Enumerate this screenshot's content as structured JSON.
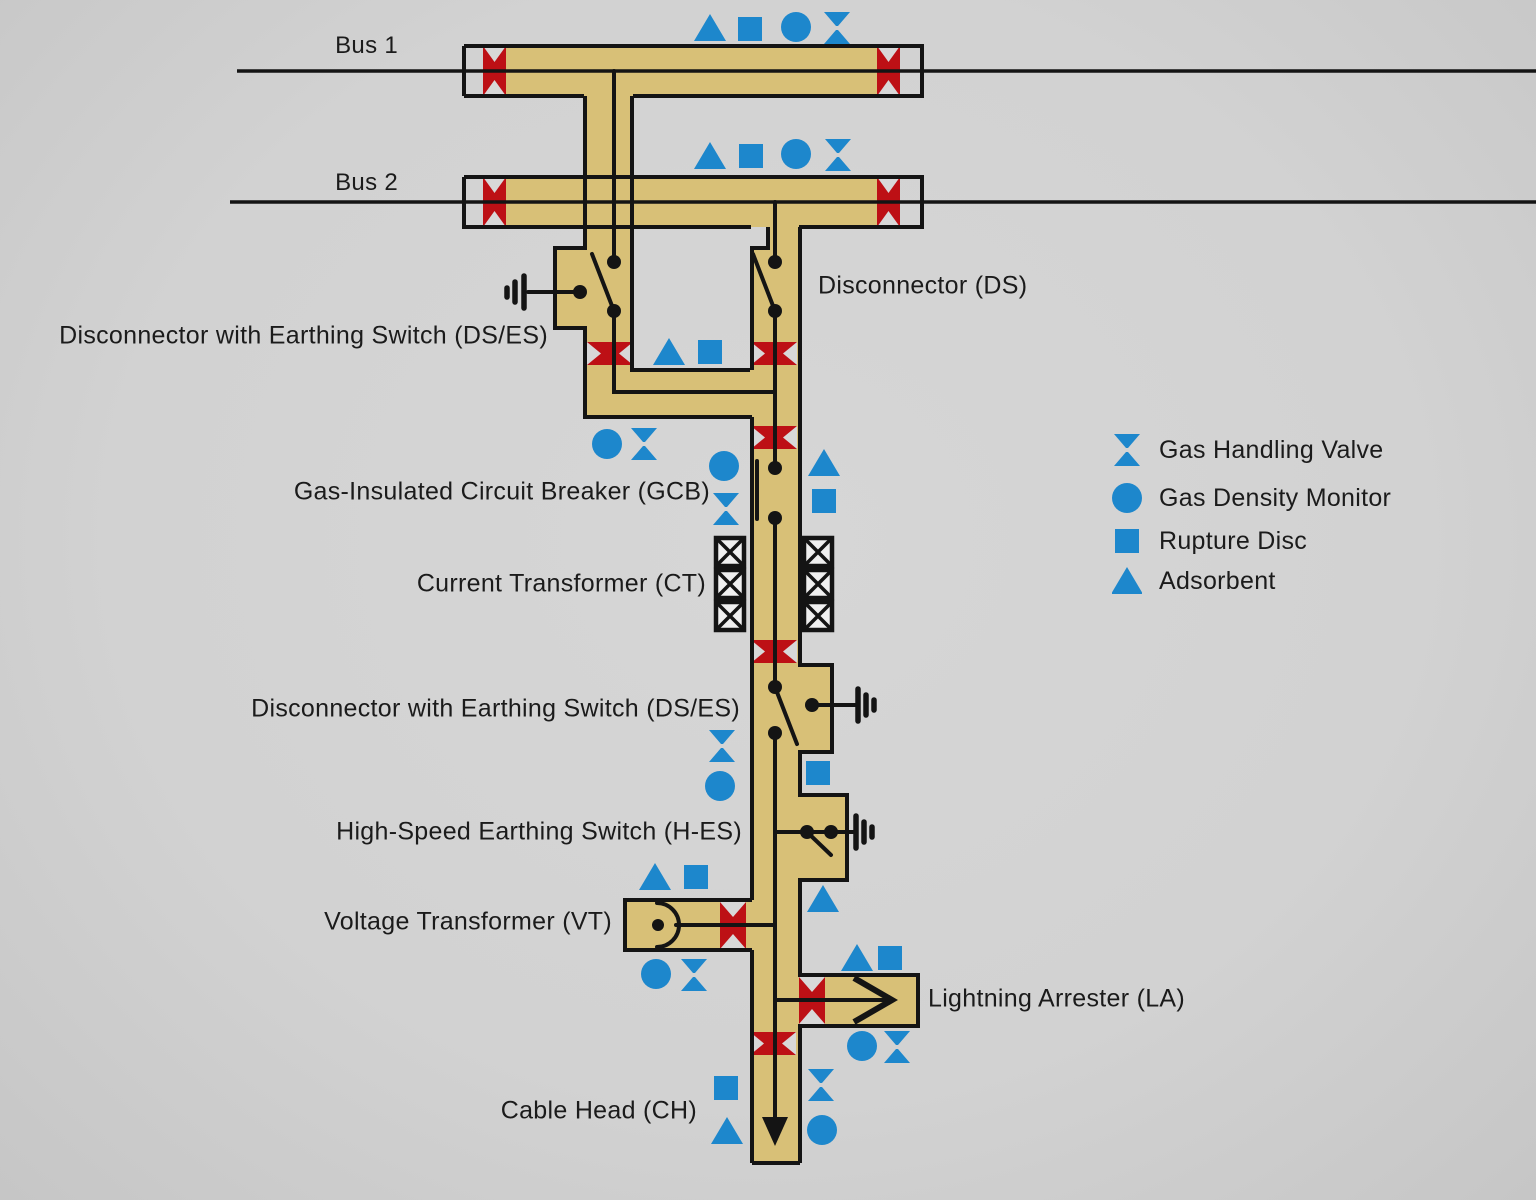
{
  "figure": {
    "type": "single-line-diagram",
    "subject": "Gas-Insulated Switchgear bay"
  },
  "labels": {
    "bus1": "Bus 1",
    "bus2": "Bus 2",
    "ds": "Disconnector (DS)",
    "dses_top": "Disconnector with Earthing Switch (DS/ES)",
    "gcb": "Gas-Insulated Circuit Breaker (GCB)",
    "ct": "Current Transformer (CT)",
    "dses_lower": "Disconnector with Earthing Switch (DS/ES)",
    "hes": "High-Speed Earthing Switch (H-ES)",
    "vt": "Voltage Transformer (VT)",
    "la": "Lightning Arrester (LA)",
    "ch": "Cable Head (CH)"
  },
  "legend": {
    "items": [
      {
        "icon": "gas-handling-valve-icon",
        "label": "Gas Handling Valve"
      },
      {
        "icon": "gas-density-monitor-icon",
        "label": "Gas Density Monitor"
      },
      {
        "icon": "rupture-disc-icon",
        "label": "Rupture Disc"
      },
      {
        "icon": "adsorbent-icon",
        "label": "Adsorbent"
      }
    ]
  },
  "colors": {
    "background": "#d2d2d2",
    "enclosure_tan": "#d8c077",
    "insulator_red": "#bd1015",
    "accessory_blue": "#1d87cc",
    "line_black": "#141414"
  }
}
